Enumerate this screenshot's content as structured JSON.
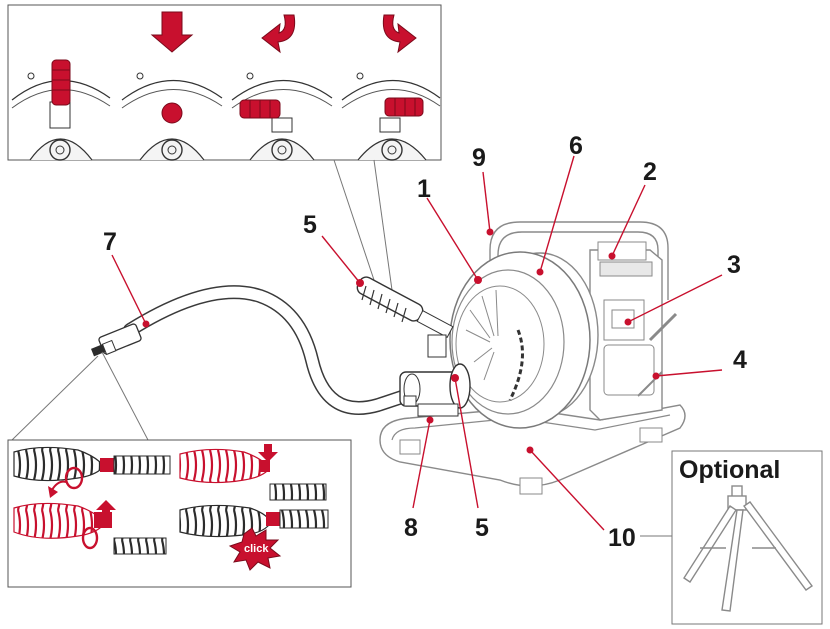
{
  "callouts": {
    "c1": "1",
    "c2": "2",
    "c3": "3",
    "c4": "4",
    "c5a": "5",
    "c5b": "5",
    "c6": "6",
    "c7": "7",
    "c8": "8",
    "c9": "9",
    "c10": "10"
  },
  "optional_label": "Optional",
  "coupling_click_label": "click",
  "colors": {
    "accent": "#c8102e",
    "line": "#3a3a3a",
    "light_line": "#9a9a9a",
    "dark_cable": "#2b2b2b"
  },
  "icons": {
    "arrow_down": "arrow-down-icon",
    "arrow_rotate_left": "rotate-left-arrow-icon",
    "arrow_rotate_right": "rotate-right-arrow-icon"
  }
}
